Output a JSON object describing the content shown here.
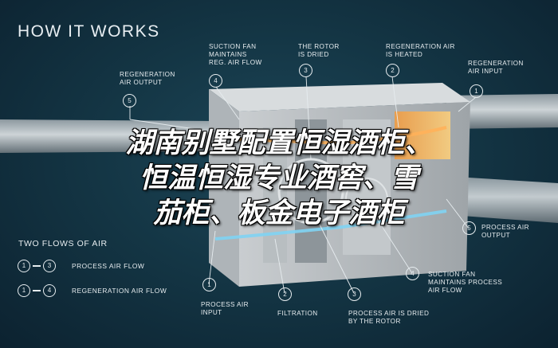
{
  "title": "HOW IT WORKS",
  "callouts": [
    {
      "num": "5",
      "text": [
        "REGENERATION",
        "AIR OUTPUT"
      ]
    },
    {
      "num": "4",
      "text": [
        "SUCTION FAN",
        "MAINTAINS",
        "REG. AIR FLOW"
      ]
    },
    {
      "num": "3",
      "text": [
        "THE ROTOR",
        "IS DRIED"
      ]
    },
    {
      "num": "2",
      "text": [
        "REGENERATION AIR",
        "IS HEATED"
      ]
    },
    {
      "num": "1",
      "text": [
        "REGENERATION",
        "AIR INPUT"
      ]
    },
    {
      "num": "5",
      "text": [
        "PROCESS AIR",
        "OUTPUT"
      ]
    },
    {
      "num": "4",
      "text": [
        "SUCTION FAN",
        "MAINTAINS PROCESS",
        "AIR FLOW"
      ]
    },
    {
      "num": "1",
      "text": [
        "PROCESS AIR",
        "INPUT"
      ]
    },
    {
      "num": "2",
      "text": [
        "FILTRATION"
      ]
    },
    {
      "num": "3",
      "text": [
        "PROCESS AIR IS DRIED",
        "BY THE ROTOR"
      ]
    }
  ],
  "legend": {
    "title": "TWO FLOWS OF AIR",
    "rows": [
      {
        "from": "1",
        "to": "3",
        "label": "PROCESS AIR FLOW"
      },
      {
        "from": "1",
        "to": "4",
        "label": "REGENERATION AIR FLOW"
      }
    ]
  },
  "overlay_lines": [
    "湖南别墅配置恒湿酒柜、",
    "恒温恒湿专业酒窖、雪",
    "茄柜、板金电子酒柜"
  ],
  "colors": {
    "background": "#143645",
    "text": "#e6ecef",
    "overlay": "#ffffff"
  }
}
